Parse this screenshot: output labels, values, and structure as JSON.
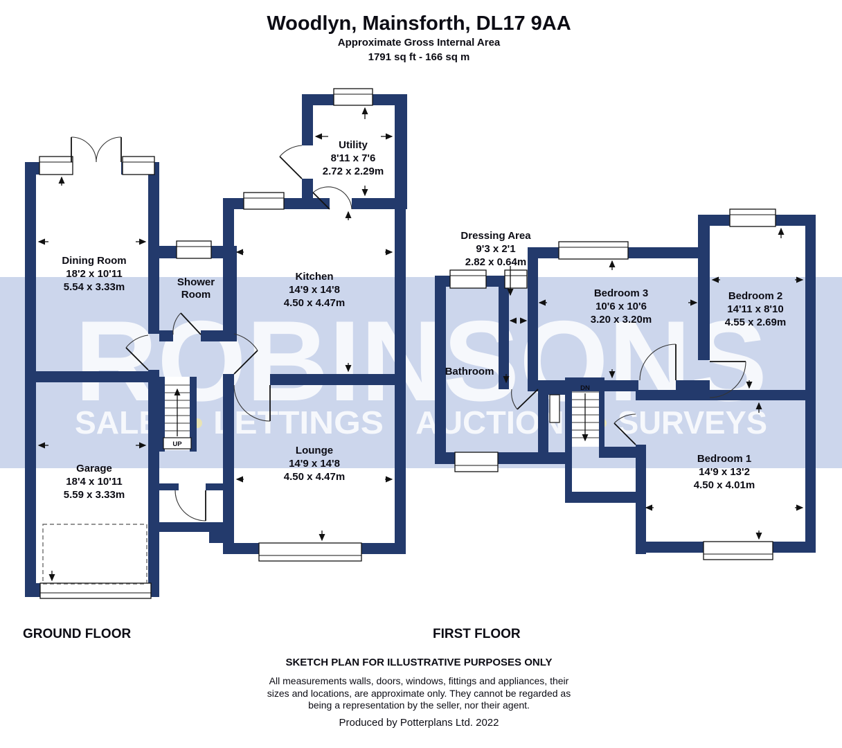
{
  "header": {
    "title": "Woodlyn, Mainsforth, DL17 9AA",
    "subtitle": "Approximate Gross Internal Area",
    "area": "1791 sq ft - 166 sq m"
  },
  "watermark": {
    "brand": "ROBINSONS",
    "services": [
      "SALES",
      "LETTINGS",
      "AUCTIONS",
      "SURVEYS"
    ],
    "band_color": "#ccd6ec",
    "text_color": "#f6f8fc",
    "bullet_color": "#e9e4b4"
  },
  "floors": {
    "ground": {
      "label": "GROUND FLOOR",
      "stairs_label": "UP",
      "rooms": {
        "dining": {
          "name": "Dining Room",
          "imperial": "18'2 x 10'11",
          "metric": "5.54 x 3.33m"
        },
        "shower": {
          "lines": [
            "Shower",
            "Room"
          ]
        },
        "kitchen": {
          "name": "Kitchen",
          "imperial": "14'9 x 14'8",
          "metric": "4.50 x 4.47m"
        },
        "utility": {
          "name": "Utility",
          "imperial": "8'11 x 7'6",
          "metric": "2.72 x 2.29m"
        },
        "garage": {
          "name": "Garage",
          "imperial": "18'4 x 10'11",
          "metric": "5.59 x 3.33m"
        },
        "lounge": {
          "name": "Lounge",
          "imperial": "14'9 x 14'8",
          "metric": "4.50 x 4.47m"
        }
      }
    },
    "first": {
      "label": "FIRST FLOOR",
      "stairs_label": "DN",
      "rooms": {
        "dressing": {
          "name": "Dressing Area",
          "imperial": "9'3 x 2'1",
          "metric": "2.82 x 0.64m"
        },
        "bedroom3": {
          "name": "Bedroom 3",
          "imperial": "10'6 x 10'6",
          "metric": "3.20 x 3.20m"
        },
        "bedroom2": {
          "name": "Bedroom 2",
          "imperial": "14'11 x 8'10",
          "metric": "4.55 x 2.69m"
        },
        "bedroom1": {
          "name": "Bedroom 1",
          "imperial": "14'9 x 13'2",
          "metric": "4.50 x 4.01m"
        },
        "bathroom": {
          "name": "Bathroom"
        }
      }
    }
  },
  "footer": {
    "heading": "SKETCH PLAN FOR ILLUSTRATIVE PURPOSES ONLY",
    "line1": "All measurements walls, doors, windows, fittings and appliances, their",
    "line2": "sizes and locations, are approximate only. They cannot be regarded as",
    "line3": "being a representation by the seller, nor their agent.",
    "credit": "Produced by Potterplans Ltd. 2022"
  },
  "colors": {
    "wall": "#233a6c",
    "line": "#111111"
  }
}
